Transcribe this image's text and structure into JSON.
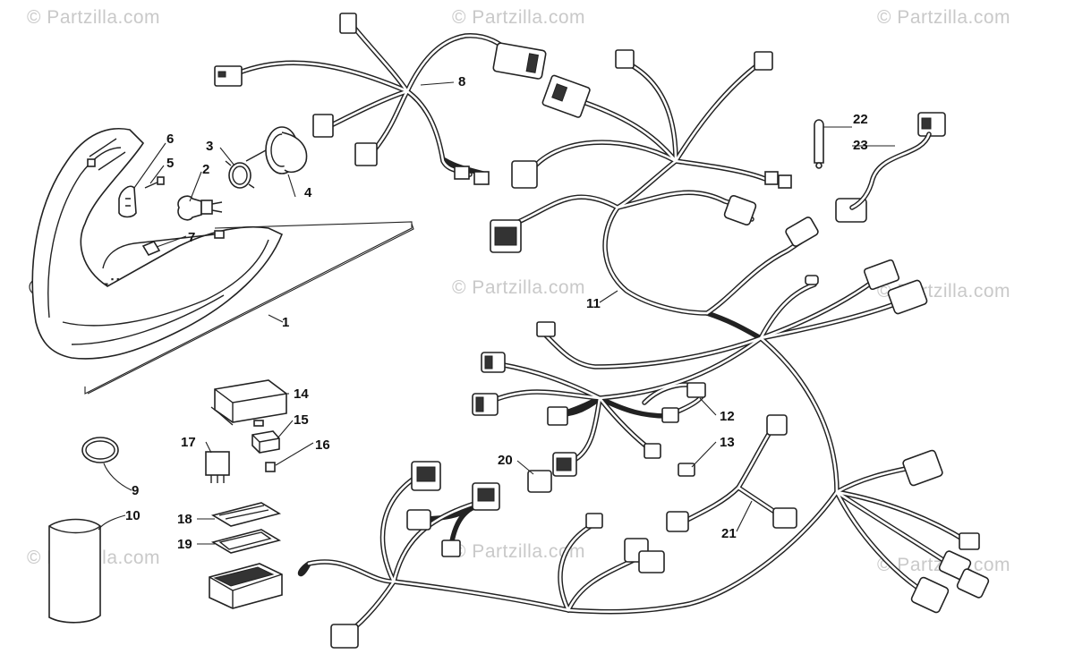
{
  "watermark": {
    "text": "© Partzilla.com"
  },
  "callouts": [
    {
      "id": "1",
      "label": "1"
    },
    {
      "id": "2",
      "label": "2"
    },
    {
      "id": "3",
      "label": "3"
    },
    {
      "id": "4",
      "label": "4"
    },
    {
      "id": "5",
      "label": "5"
    },
    {
      "id": "6",
      "label": "6"
    },
    {
      "id": "7",
      "label": "7"
    },
    {
      "id": "8",
      "label": "8"
    },
    {
      "id": "9",
      "label": "9"
    },
    {
      "id": "10",
      "label": "10"
    },
    {
      "id": "11",
      "label": "11"
    },
    {
      "id": "12",
      "label": "12"
    },
    {
      "id": "13",
      "label": "13"
    },
    {
      "id": "14",
      "label": "14"
    },
    {
      "id": "15",
      "label": "15"
    },
    {
      "id": "16",
      "label": "16"
    },
    {
      "id": "17",
      "label": "17"
    },
    {
      "id": "18",
      "label": "18"
    },
    {
      "id": "19",
      "label": "19"
    },
    {
      "id": "20",
      "label": "20"
    },
    {
      "id": "21",
      "label": "21"
    },
    {
      "id": "22",
      "label": "22"
    },
    {
      "id": "23",
      "label": "23"
    }
  ],
  "colors": {
    "line": "#222222",
    "watermark": "#c9c9c9",
    "background": "#ffffff"
  }
}
